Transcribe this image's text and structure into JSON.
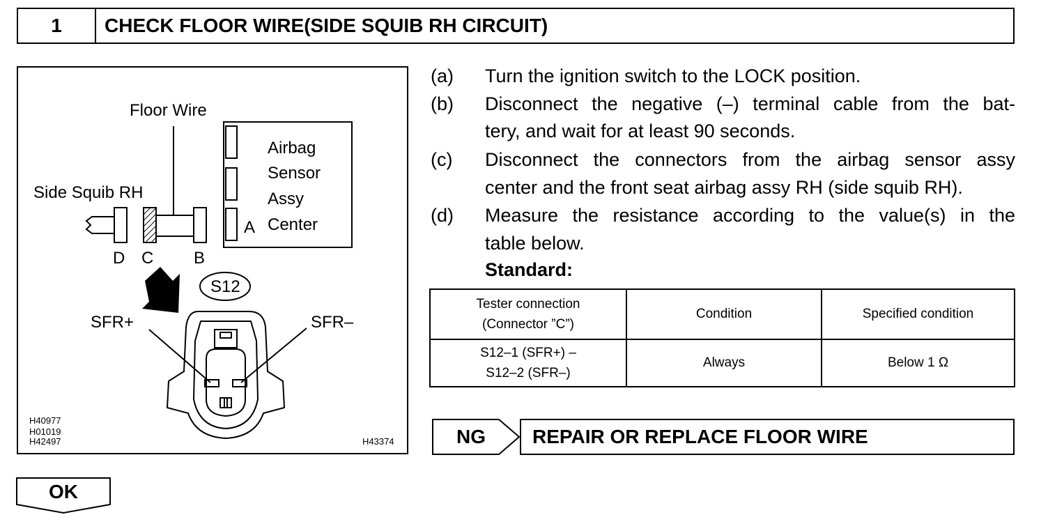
{
  "header": {
    "step_number": "1",
    "title": "CHECK FLOOR WIRE(SIDE SQUIB RH CIRCUIT)"
  },
  "figure": {
    "floor_wire": "Floor Wire",
    "airbag_lines": [
      "Airbag",
      "Sensor",
      "Assy",
      "Center"
    ],
    "side_squib": "Side Squib RH",
    "connector_letters": {
      "a": "A",
      "b": "B",
      "c": "C",
      "d": "D"
    },
    "connector_id": "S12",
    "pin_plus": "SFR+",
    "pin_minus": "SFR–",
    "codes_left": [
      "H40977",
      "H01019",
      "H42497"
    ],
    "code_right": "H43374"
  },
  "steps": [
    {
      "letter": "(a)",
      "lines": [
        "Turn the ignition switch to the LOCK position."
      ]
    },
    {
      "letter": "(b)",
      "lines": [
        "Disconnect the negative (–) terminal cable from the bat-",
        "tery, and wait for at least 90 seconds."
      ]
    },
    {
      "letter": "(c)",
      "lines": [
        "Disconnect the connectors from the airbag sensor assy",
        "center and the front seat airbag assy RH (side squib RH)."
      ]
    },
    {
      "letter": "(d)",
      "lines": [
        "Measure the resistance according to the value(s) in the",
        "table below."
      ]
    }
  ],
  "standard_label": "Standard:",
  "table": {
    "headers": [
      "Tester connection",
      "(Connector ”C”)",
      "Condition",
      "Specified condition"
    ],
    "row": {
      "connection_line1": "S12–1 (SFR+) –",
      "connection_line2": "S12–2 (SFR–)",
      "condition": "Always",
      "specified": "Below 1 Ω"
    }
  },
  "ng": {
    "label": "NG",
    "action": "REPAIR OR REPLACE FLOOR WIRE"
  },
  "ok": {
    "label": "OK"
  }
}
